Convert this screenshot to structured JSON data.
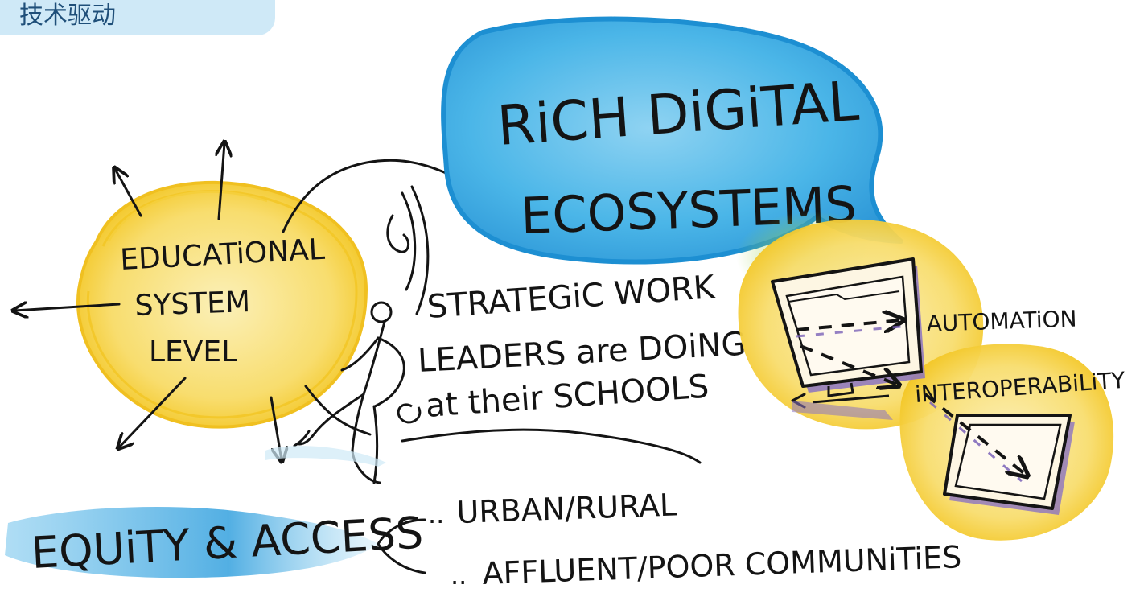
{
  "tab": {
    "label": "技术驱动"
  },
  "bubble": {
    "line1": "RiCH DiGiTAL",
    "line2": "ECOSYSTEMS"
  },
  "educational": {
    "line1": "EDUCATiONAL",
    "line2": "SYSTEM",
    "line3": "LEVEL"
  },
  "strategic": {
    "line1": "STRATEGiC WORK",
    "line2": "LEADERS are DOiNG",
    "line3": "at their SCHOOLS"
  },
  "tech": {
    "automation": "AUTOMATiON",
    "interoperability": "iNTEROPERABiLiTY"
  },
  "equity": {
    "title": "EQUiTY & ACCESS",
    "branch1": "URBAN/RURAL",
    "branch2": "AFFLUENT/POOR COMMUNiTiES",
    "branch_prefix": ".."
  },
  "colors": {
    "tab_bg": "#cfe9f7",
    "tab_text": "#1f4f79",
    "blue_bubble": "#46b3e6",
    "blue_outline": "#1d8fd2",
    "yellow": "#f6d24a",
    "yellow_light": "#fbe7a0",
    "green": "#8bc34a",
    "purple": "#7a61b8",
    "ink": "#141414"
  }
}
